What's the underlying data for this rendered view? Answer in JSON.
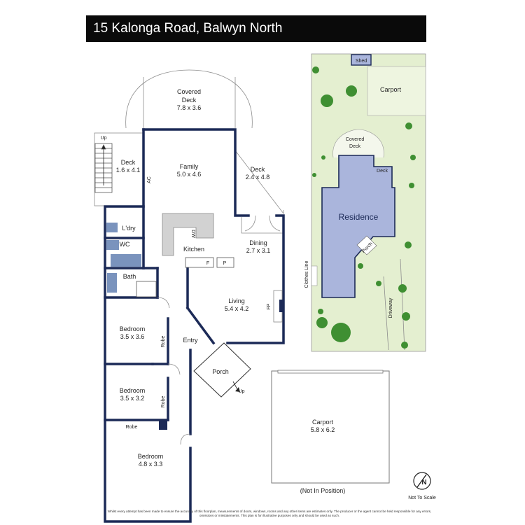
{
  "header": {
    "title": "15 Kalonga Road, Balwyn North"
  },
  "floorplan": {
    "covered_deck": {
      "name": "Covered Deck",
      "dims": "7.8 x 3.6"
    },
    "deck_left": {
      "name": "Deck",
      "dims": "1.6 x 4.1"
    },
    "family": {
      "name": "Family",
      "dims": "5.0 x 4.6"
    },
    "deck_right": {
      "name": "Deck",
      "dims": "2.4 x 4.8"
    },
    "laundry": "L'dry",
    "wc": "WC",
    "bath": "Bath",
    "kitchen": "Kitchen",
    "dw": "DW",
    "f": "F",
    "p": "P",
    "ac": "AC",
    "fp": "FP",
    "dining": {
      "name": "Dining",
      "dims": "2.7 x 3.1"
    },
    "living": {
      "name": "Living",
      "dims": "5.4 x 4.2"
    },
    "bedroom1": {
      "name": "Bedroom",
      "dims": "3.5 x 3.6"
    },
    "bedroom2": {
      "name": "Bedroom",
      "dims": "3.5 x 3.2"
    },
    "bedroom3": {
      "name": "Bedroom",
      "dims": "4.8 x 3.3"
    },
    "robe1": "Robe",
    "robe2": "Robe",
    "robe3": "Robe",
    "entry": "Entry",
    "porch": "Porch",
    "up1": "Up",
    "up2": "Up",
    "carport": {
      "name": "Carport",
      "dims": "5.8 x 6.2",
      "note": "(Not In Position)"
    }
  },
  "siteplan": {
    "shed": "Shed",
    "carport": "Carport",
    "covered_deck": "Covered Deck",
    "deck": "Deck",
    "residence": "Residence",
    "porch": "Porch",
    "clothes_line": "Clothes Line",
    "driveway": "Driveway"
  },
  "footer": {
    "north_letter": "N",
    "scale_note": "Not To Scale",
    "disclaimer": "Whilst every attempt has been made to ensure the accuracy of this floorplan, measurements of doors, windows, rooms and any other items are estimates only. The producer or the agent cannot be held responsible for any errors, omissions or misstatements. This plan is for illustrative purposes only and should be used as such."
  },
  "colors": {
    "wall": "#1c2a57",
    "header_bg": "#0a0a0a",
    "residence_fill": "#aab5dc",
    "lawn": "#e4efd0",
    "tree": "#3f8f32",
    "wet_area": "#7a93bd"
  }
}
